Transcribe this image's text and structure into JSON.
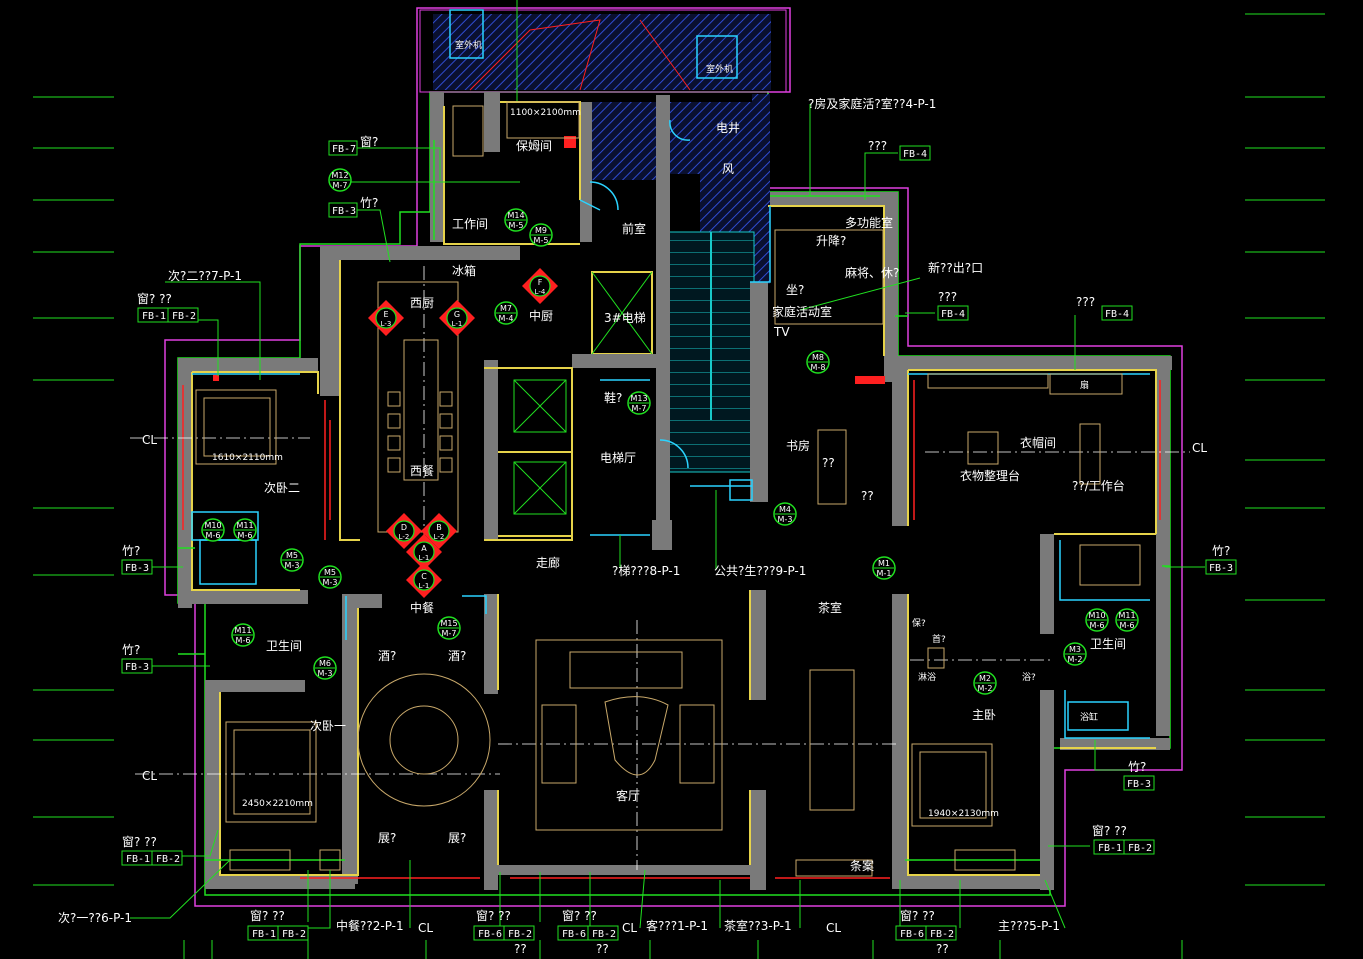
{
  "rooms": {
    "nanny_room": "保姆间",
    "front_room": "前室",
    "work_room": "工作间",
    "fridge": "冰箱",
    "western_kitchen": "西厨",
    "chinese_kitchen": "中厨",
    "elevator3": "3#电梯",
    "electric_well": "电井",
    "wind": "风",
    "multi_room": "多功能室",
    "lift": "升降?",
    "mahjong": "麻将、休?",
    "family_room": "家庭活动室",
    "tv": "TV",
    "sofa_mark": "坐?",
    "western_dining": "西餐",
    "shoe": "鞋?",
    "elevator_hall": "电梯厅",
    "study": "书房",
    "study_q": "??",
    "study_q2": "??",
    "wardrobe": "衣帽间",
    "clothes_table": "衣物整理台",
    "work_table": "??/工作台",
    "second_bed2": "次卧二",
    "corridor": "走廊",
    "chinese_dining": "中餐",
    "tea_room": "茶室",
    "bath_left": "卫生间",
    "bath_right": "卫生间",
    "wine1": "酒?",
    "wine2": "酒?",
    "second_bed1": "次卧一",
    "living": "客厅",
    "master": "主卧",
    "show1": "展?",
    "show2": "展?",
    "tea_table": "条案",
    "shower": "淋浴",
    "toilet_mark": "浴?",
    "bathtub": "浴缸",
    "keep": "保?",
    "head": "首?",
    "outdoor1": "室外机",
    "outdoor2": "室外机",
    "fan": "扇"
  },
  "dims": {
    "bed2": "1610×2110mm",
    "bed1": "2450×2210mm",
    "master_bed": "1940×2130mm",
    "nanny_bed": "1100×2100mm"
  },
  "circles": [
    {
      "top": "M12",
      "bottom": "M-7"
    },
    {
      "top": "M14",
      "bottom": "M-5"
    },
    {
      "top": "M9",
      "bottom": "M-5"
    },
    {
      "top": "M7",
      "bottom": "M-4"
    },
    {
      "top": "M13",
      "bottom": "M-7"
    },
    {
      "top": "M8",
      "bottom": "M-8"
    },
    {
      "top": "M10",
      "bottom": "M-6"
    },
    {
      "top": "M11",
      "bottom": "M-6"
    },
    {
      "top": "M5",
      "bottom": "M-3"
    },
    {
      "top": "M5",
      "bottom": "M-3"
    },
    {
      "top": "M4",
      "bottom": "M-3"
    },
    {
      "top": "M11",
      "bottom": "M-6"
    },
    {
      "top": "M6",
      "bottom": "M-3"
    },
    {
      "top": "M15",
      "bottom": "M-7"
    },
    {
      "top": "M1",
      "bottom": "M-1"
    },
    {
      "top": "M10",
      "bottom": "M-6"
    },
    {
      "top": "M11",
      "bottom": "M-6"
    },
    {
      "top": "M3",
      "bottom": "M-2"
    },
    {
      "top": "M2",
      "bottom": "M-2"
    }
  ],
  "sections": [
    {
      "top": "E",
      "bottom": "L-3"
    },
    {
      "top": "G",
      "bottom": "L-1"
    },
    {
      "top": "F",
      "bottom": "L-4"
    },
    {
      "top": "D",
      "bottom": "L-2"
    },
    {
      "top": "B",
      "bottom": "L-2"
    },
    {
      "top": "A",
      "bottom": "L-1"
    },
    {
      "top": "C",
      "bottom": "L-1"
    }
  ],
  "tags": {
    "fb7": "FB-7",
    "fb3a": "FB-3",
    "fb1a": "FB-1",
    "fb2a": "FB-2",
    "fb3b": "FB-3",
    "fb3c": "FB-3",
    "fb1b": "FB-1",
    "fb2b": "FB-2",
    "fb1c": "FB-1",
    "fb2c": "FB-2",
    "fb6a": "FB-6",
    "fb2d": "FB-2",
    "fb6b": "FB-6",
    "fb2e": "FB-2",
    "fb6c": "FB-6",
    "fb2f": "FB-2",
    "fb4a": "FB-4",
    "fb4b": "FB-4",
    "fb4c": "FB-4",
    "fb3d": "FB-3",
    "fb3e": "FB-3",
    "fb1d": "FB-1",
    "fb2g": "FB-2"
  },
  "labels": {
    "curtain_top": "窗?",
    "bamboo1": "竹?",
    "bamboo2": "竹?",
    "bamboo3": "竹?",
    "bamboo4": "竹?",
    "bamboo5": "竹?",
    "circle_q1": "?? ",
    "circle_q2": "窗?",
    "window_left_top": "窗?  ??",
    "window_left_bot": "窗?  ??",
    "window_b1": "窗?   ??",
    "window_b2": "窗?   ??",
    "window_b3": "窗?   ??",
    "window_b4": "窗?   ??",
    "window_right": "窗?   ??",
    "q_fb4a": "???",
    "q_fb4b": "???",
    "q_fb4c": "???",
    "new_out": "新??出?口",
    "q_bottom1": "??",
    "q_bottom2": "??",
    "q_bottom3": "??"
  },
  "refs": {
    "sec_bed2": "次?二??7-P-1",
    "sec_bed1": "次?一??6-P-1",
    "family": "?房及家庭活?室??4-P-1",
    "elev": "?梯???8-P-1",
    "public": "公共?生???9-P-1",
    "dining": "中餐??2-P-1",
    "living": "客???1-P-1",
    "tea": "茶室??3-P-1",
    "master": "主???5-P-1",
    "cl": "CL"
  }
}
